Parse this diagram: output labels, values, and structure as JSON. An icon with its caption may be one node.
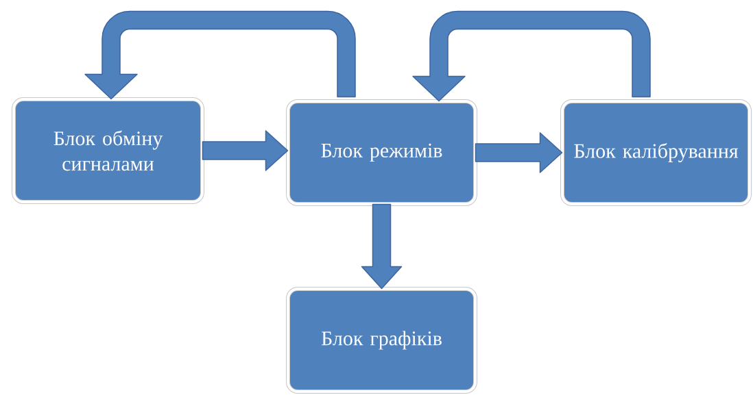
{
  "diagram": {
    "nodes": [
      {
        "text": [
          "Блок обміну сигналами"
        ]
      },
      {
        "text": [
          "Блок режимів"
        ]
      },
      {
        "text": [
          "Блок калібрування"
        ]
      },
      {
        "text": [
          "Блок графіків"
        ]
      }
    ],
    "edges": [
      {
        "from": 0,
        "to": 1,
        "arrow": "to"
      },
      {
        "from": 1,
        "to": 2,
        "arrow": "to"
      },
      {
        "from": 1,
        "to": 3,
        "arrow": "to"
      },
      {
        "from": 1,
        "to": 0,
        "arrow": "to"
      },
      {
        "from": 2,
        "to": 1,
        "arrow": "to"
      }
    ]
  }
}
